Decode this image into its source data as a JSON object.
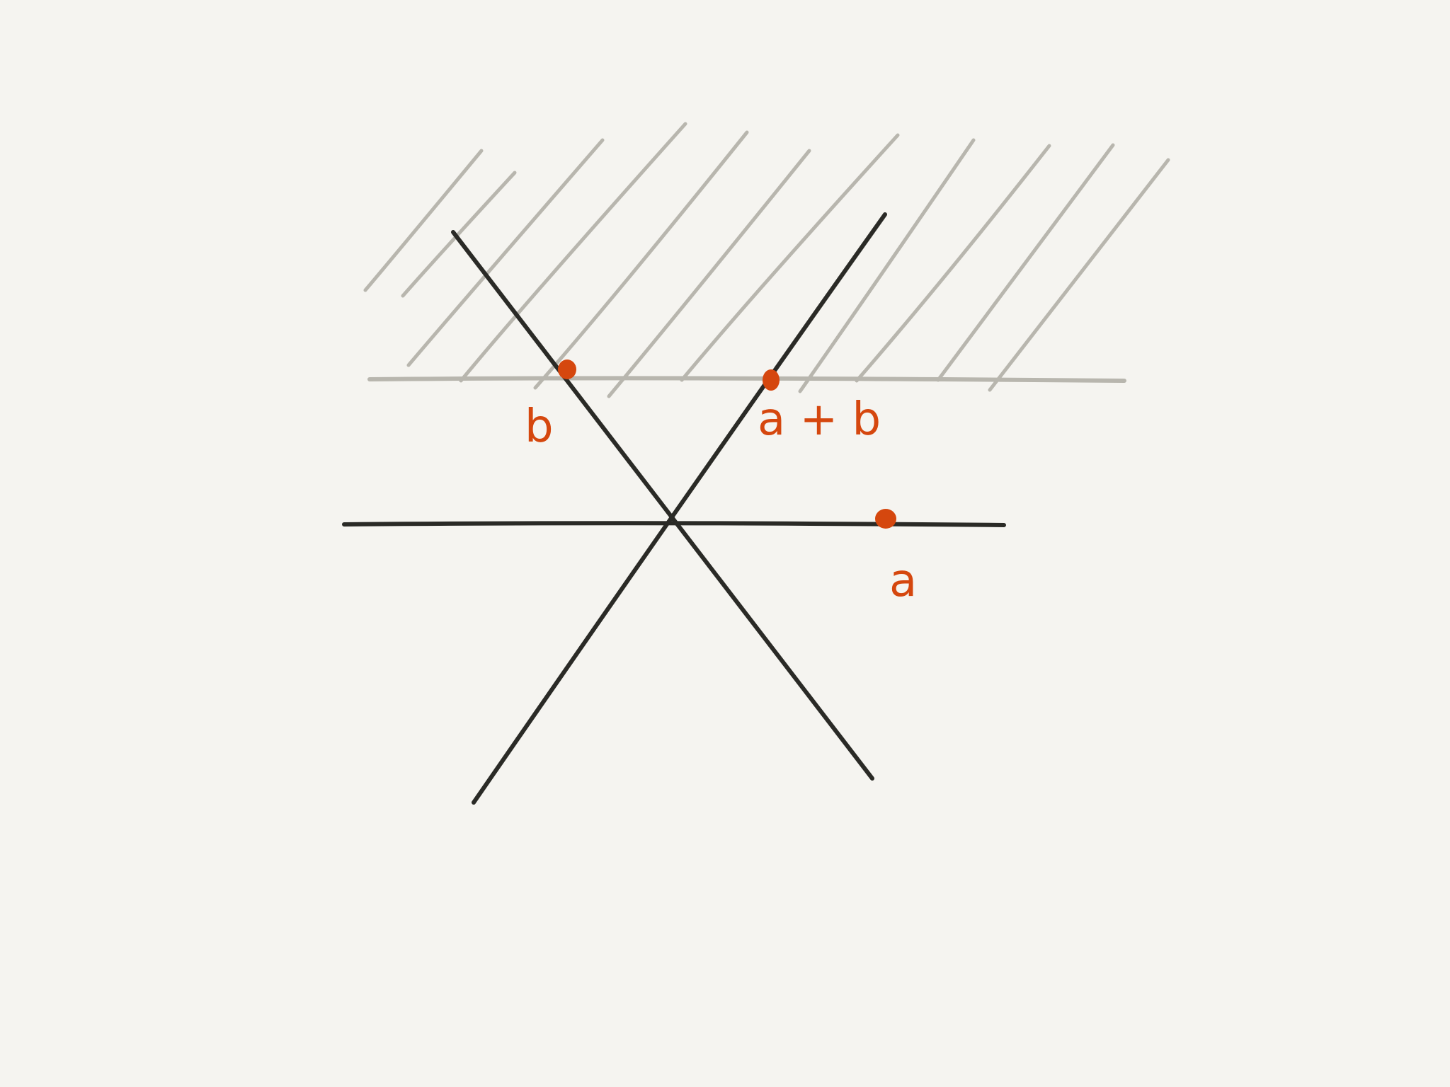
{
  "colors": {
    "background": "#F5F4F0",
    "ink": "#2A2A26",
    "hatch": "#B8B6AE",
    "accent": "#D5470E"
  },
  "labels": {
    "b": "b",
    "a_plus_b": "a + b",
    "a": "a"
  }
}
